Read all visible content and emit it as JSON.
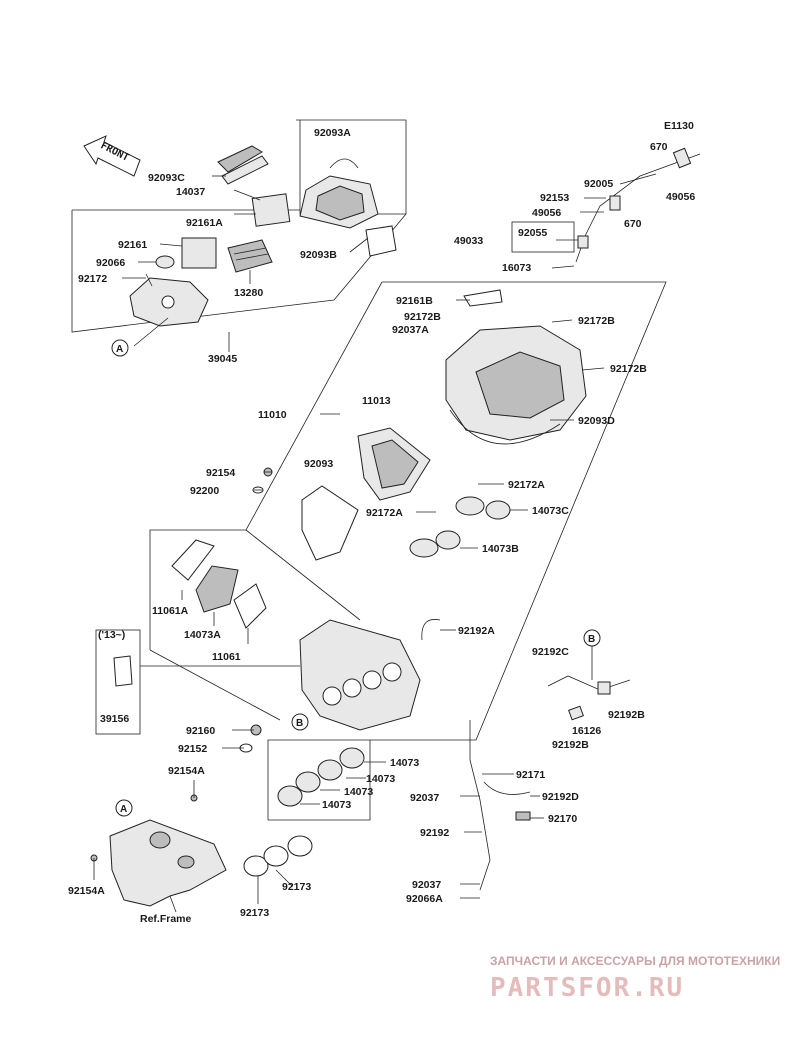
{
  "diagram_code": "E1130",
  "front_label": "FRONT",
  "ref_frame_label": "Ref.Frame",
  "year_note": "('13~)",
  "callouts": {
    "a": "A",
    "b": "B"
  },
  "parts": {
    "p92093A": "92093A",
    "p92093C": "92093C",
    "p14037": "14037",
    "p92161A": "92161A",
    "p92093B": "92093B",
    "p92161": "92161",
    "p92066": "92066",
    "p92172": "92172",
    "p13280": "13280",
    "p39045": "39045",
    "p670a": "670",
    "p670b": "670",
    "p92005": "92005",
    "p49056a": "49056",
    "p92153": "92153",
    "p49056b": "49056",
    "p49033": "49033",
    "p92055": "92055",
    "p16073": "16073",
    "p92161B": "92161B",
    "p92172B_1": "92172B",
    "p92172B_2": "92172B",
    "p92172B_3": "92172B",
    "p92037A": "92037A",
    "p92093D": "92093D",
    "p11010": "11010",
    "p11013": "11013",
    "p92093": "92093",
    "p92154": "92154",
    "p92200": "92200",
    "p92172A_1": "92172A",
    "p92172A_2": "92172A",
    "p14073C": "14073C",
    "p14073B": "14073B",
    "p11061A": "11061A",
    "p14073A": "14073A",
    "p11061": "11061",
    "p92192A": "92192A",
    "p92192C": "92192C",
    "p92192B_1": "92192B",
    "p92192B_2": "92192B",
    "p16126": "16126",
    "p39156": "39156",
    "p92160": "92160",
    "p92152": "92152",
    "p14073_1": "14073",
    "p14073_2": "14073",
    "p14073_3": "14073",
    "p14073_4": "14073",
    "p92171": "92171",
    "p92037_1": "92037",
    "p92192D": "92192D",
    "p92154A_1": "92154A",
    "p92154A_2": "92154A",
    "p92170": "92170",
    "p92192": "92192",
    "p92037_2": "92037",
    "p92066A": "92066A",
    "p92173_1": "92173",
    "p92173_2": "92173"
  },
  "watermark": {
    "tagline": "ЗАПЧАСТИ И АКСЕССУАРЫ ДЛЯ МОТОТЕХНИКИ",
    "brand": "PARTSFOR.RU"
  }
}
